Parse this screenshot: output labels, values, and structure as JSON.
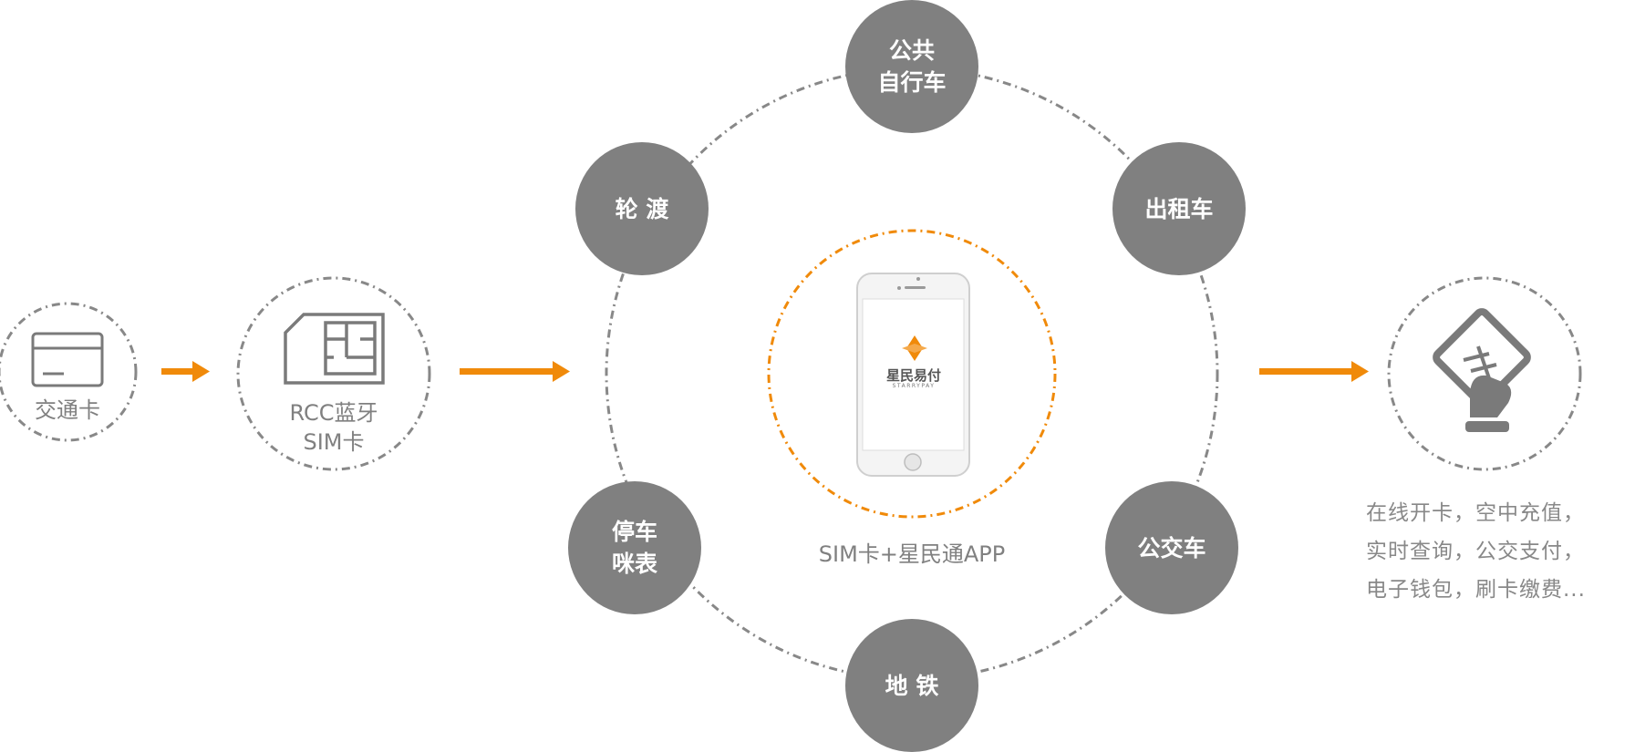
{
  "flow": {
    "transit_card": {
      "label": "交通卡",
      "icon": "card-icon"
    },
    "sim": {
      "label_line1": "RCC蓝牙",
      "label_line2": "SIM卡",
      "icon": "sim-card-icon"
    },
    "center": {
      "caption": "SIM卡+星民通APP",
      "logo_text": "星民易付",
      "logo_sub": "STARRYPAY",
      "icon": "smartphone-icon"
    },
    "services": [
      {
        "id": "bike",
        "label": "公共\n自行车"
      },
      {
        "id": "taxi",
        "label": "出租车"
      },
      {
        "id": "bus",
        "label": "公交车"
      },
      {
        "id": "metro",
        "label": "地 铁"
      },
      {
        "id": "parking",
        "label": "停车\n咪表"
      },
      {
        "id": "ferry",
        "label": "轮 渡"
      }
    ],
    "result": {
      "icon": "card-payment-icon",
      "lines": [
        "在线开卡，空中充值，",
        "实时查询，公交支付，",
        "电子钱包，刷卡缴费..."
      ]
    }
  },
  "colors": {
    "accent": "#f08a0a",
    "node_fill": "#808080",
    "dotted_ring": "#888888",
    "text_gray": "#888888"
  }
}
